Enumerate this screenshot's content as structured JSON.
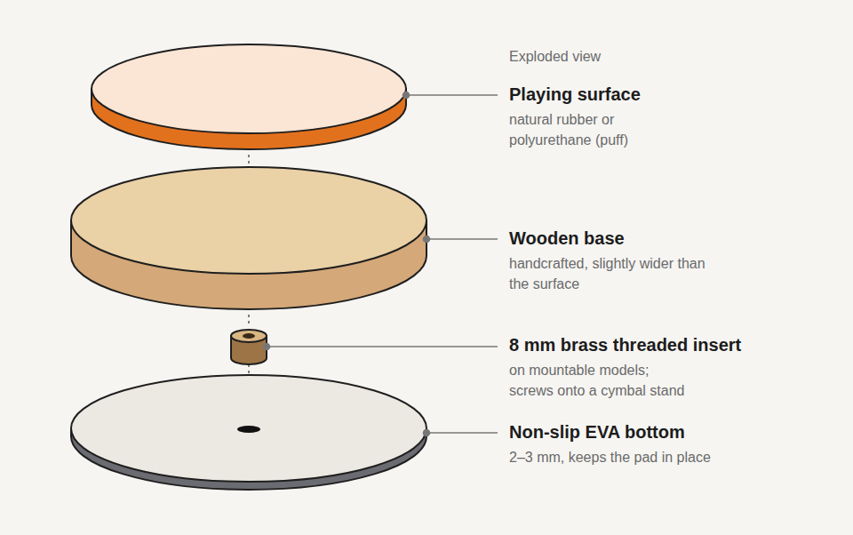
{
  "diagram": {
    "title": "Exploded view",
    "labels": [
      "Playing surface",
      "natural rubber or polyurethane (puff)",
      "Wooden base",
      "handcrafted, slightly wider than the surface",
      "8 mm brass threaded insert",
      "on mountable models; screws onto a cymbal stand",
      "Non-slip EVA bottom",
      "2–3 mm, keeps the pad in place"
    ]
  }
}
